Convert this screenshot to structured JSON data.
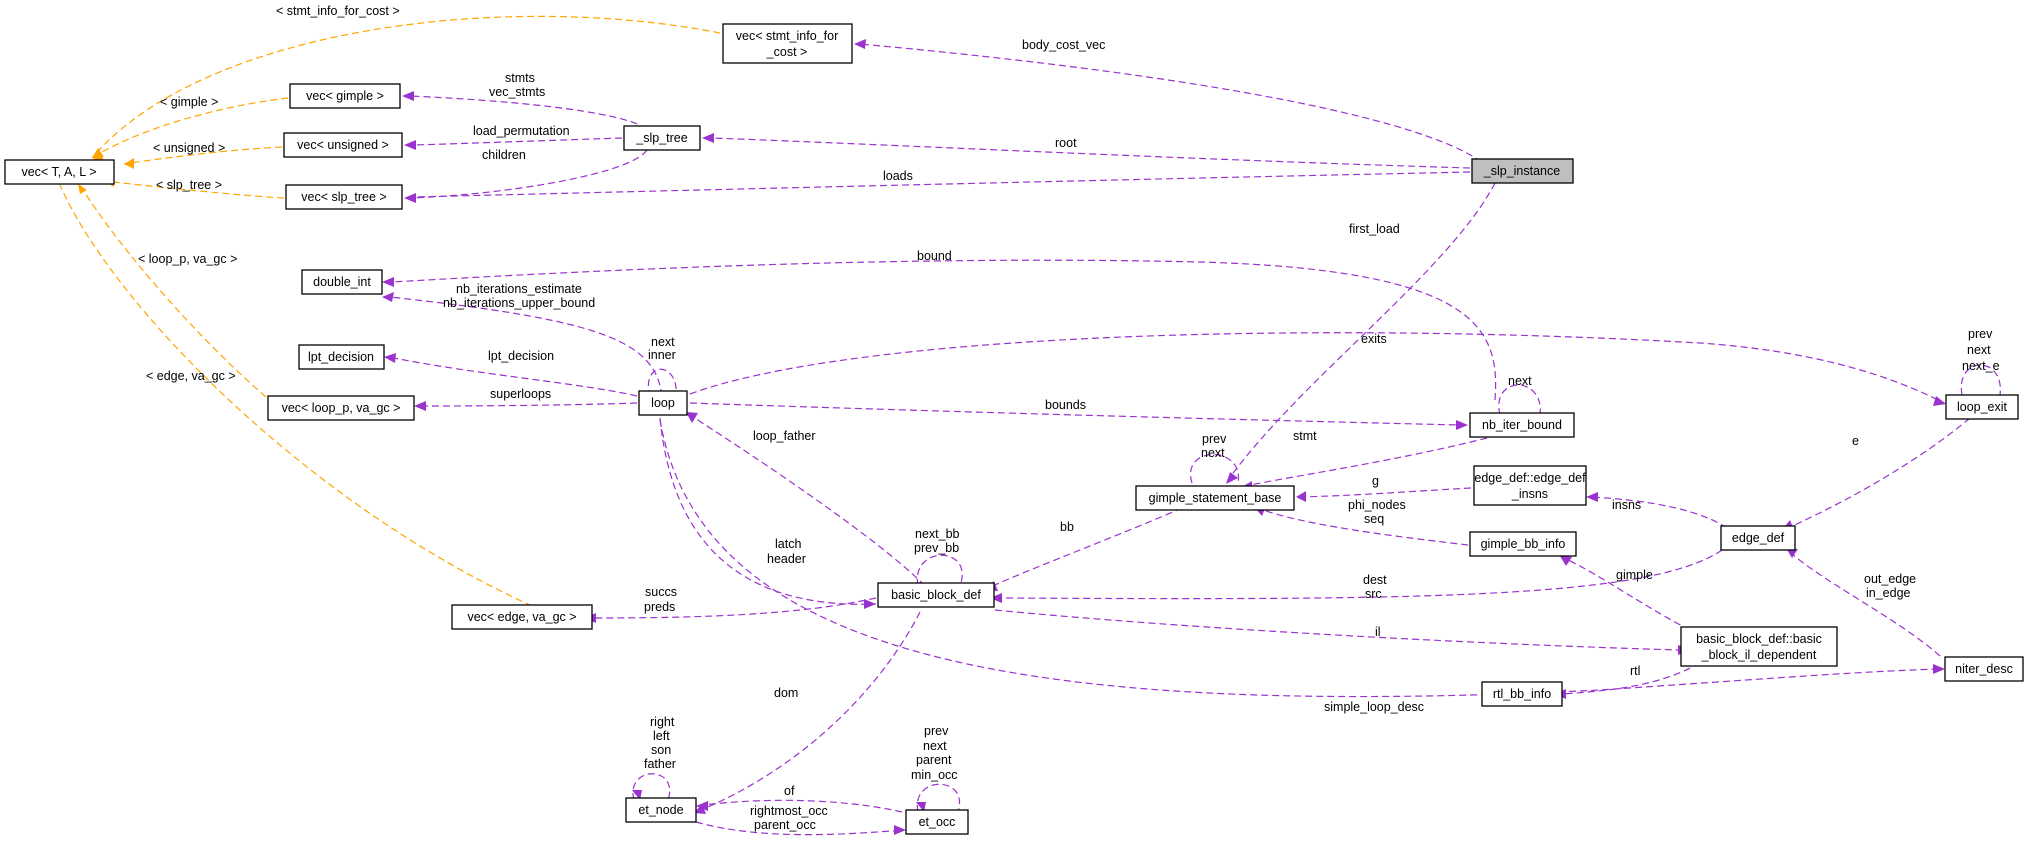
{
  "nodes": {
    "vec_tal": "vec< T, A, L >",
    "vec_stmt_info_1": "vec< stmt_info_for",
    "vec_stmt_info_2": "_cost >",
    "vec_gimple": "vec< gimple >",
    "vec_unsigned": "vec< unsigned >",
    "vec_slp_tree": "vec< slp_tree >",
    "slp_tree": "_slp_tree",
    "slp_instance": "_slp_instance",
    "double_int": "double_int",
    "lpt_decision": "lpt_decision",
    "vec_loop_p": "vec< loop_p, va_gc >",
    "loop": "loop",
    "loop_exit": "loop_exit",
    "nb_iter_bound": "nb_iter_bound",
    "edge_def_insns_1": "edge_def::edge_def",
    "edge_def_insns_2": "_insns",
    "gimple_statement_base": "gimple_statement_base",
    "gimple_bb_info": "gimple_bb_info",
    "edge_def": "edge_def",
    "basic_block_def": "basic_block_def",
    "vec_edge": "vec< edge, va_gc >",
    "bb_il_dep_1": "basic_block_def::basic",
    "bb_il_dep_2": "_block_il_dependent",
    "rtl_bb_info": "rtl_bb_info",
    "niter_desc": "niter_desc",
    "et_node": "et_node",
    "et_occ": "et_occ"
  },
  "labels": {
    "stmt_info_for_cost_tmpl": "< stmt_info_for_cost >",
    "gimple_tmpl": "< gimple >",
    "unsigned_tmpl": "< unsigned >",
    "slp_tree_tmpl": "< slp_tree >",
    "loop_p_tmpl": "< loop_p, va_gc >",
    "edge_tmpl": "< edge, va_gc >",
    "body_cost_vec": "body_cost_vec",
    "stmts": "stmts",
    "vec_stmts": "vec_stmts",
    "load_permutation": "load_permutation",
    "children": "children",
    "root": "root",
    "loads": "loads",
    "first_load": "first_load",
    "bound": "bound",
    "nb_iterations_estimate": "nb_iterations_estimate",
    "nb_iterations_upper_bound": "nb_iterations_upper_bound",
    "loop_next": "next",
    "loop_inner": "inner",
    "lpt_decision": "lpt_decision",
    "superloops": "superloops",
    "exits": "exits",
    "nb_next": "next",
    "bounds": "bounds",
    "exit_prev": "prev",
    "exit_next": "next",
    "exit_next_e": "next_e",
    "e": "e",
    "loop_father": "loop_father",
    "gsb_prev": "prev",
    "gsb_next": "next",
    "stmt": "stmt",
    "g": "g",
    "insns": "insns",
    "phi_nodes": "phi_nodes",
    "seq": "seq",
    "bb": "bb",
    "latch": "latch",
    "header": "header",
    "next_bb": "next_bb",
    "prev_bb": "prev_bb",
    "gimple": "gimple",
    "out_edge": "out_edge",
    "in_edge": "in_edge",
    "dest": "dest",
    "src": "src",
    "succs": "succs",
    "preds": "preds",
    "il": "il",
    "rtl": "rtl",
    "dom": "dom",
    "simple_loop_desc": "simple_loop_desc",
    "et_right": "right",
    "et_left": "left",
    "et_son": "son",
    "et_father": "father",
    "occ_prev": "prev",
    "occ_next": "next",
    "occ_parent": "parent",
    "occ_min_occ": "min_occ",
    "of": "of",
    "rightmost_occ": "rightmost_occ",
    "parent_occ": "parent_occ"
  },
  "colors": {
    "member_edge": "#9a32cd",
    "template_edge": "#ffa500",
    "highlight_fill": "#bfbfbf"
  }
}
